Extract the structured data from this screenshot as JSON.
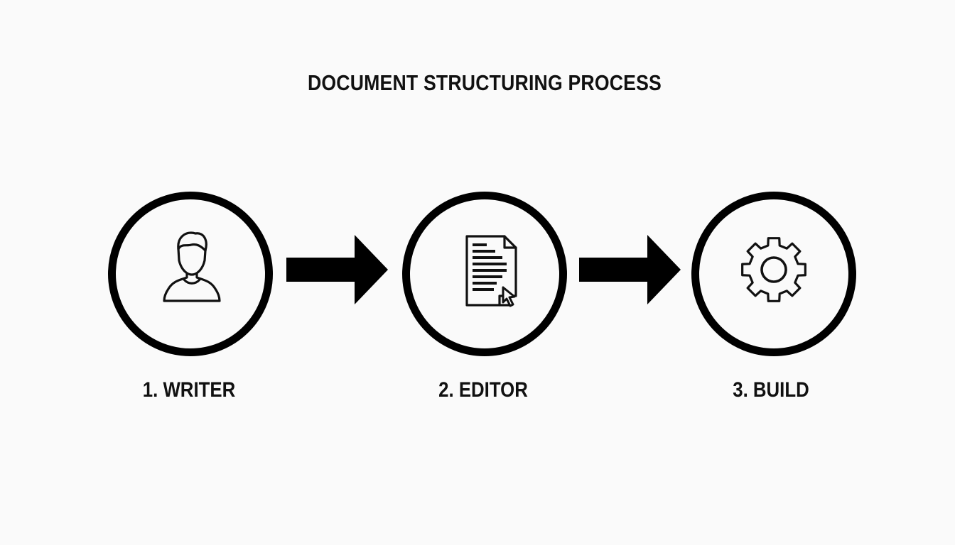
{
  "diagram": {
    "title": "DOCUMENT STRUCTURING PROCESS",
    "steps": [
      {
        "label": "1. WRITER",
        "icon": "person-icon"
      },
      {
        "label": "2. EDITOR",
        "icon": "document-cursor-icon"
      },
      {
        "label": "3. BUILD",
        "icon": "gear-icon"
      }
    ],
    "connectors": [
      "arrow-right-icon",
      "arrow-right-icon"
    ],
    "colors": {
      "background": "#fafafa",
      "stroke": "#000000",
      "text": "#111111"
    }
  }
}
